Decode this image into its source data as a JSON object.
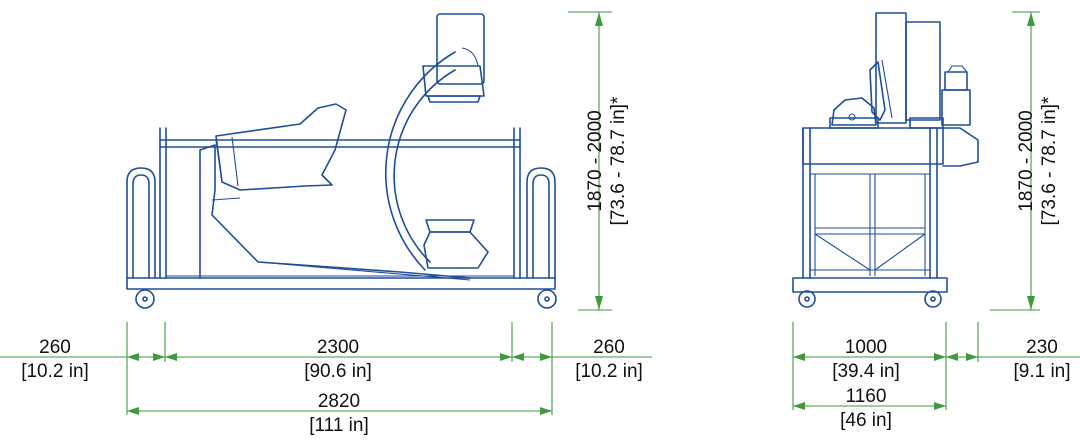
{
  "side_view": {
    "height": {
      "mm": "1870 - 2000",
      "inches": "[73.6 - 78.7 in]*"
    },
    "left_clearance": {
      "mm": "260",
      "inches": "[10.2 in]"
    },
    "base_length": {
      "mm": "2300",
      "inches": "[90.6 in]"
    },
    "right_clearance": {
      "mm": "260",
      "inches": "[10.2 in]"
    },
    "total_length": {
      "mm": "2820",
      "inches": "[111 in]"
    }
  },
  "front_view": {
    "height": {
      "mm": "1870 - 2000",
      "inches": "[73.6 - 78.7 in]*"
    },
    "base_width": {
      "mm": "1000",
      "inches": "[39.4 in]"
    },
    "side_clearance": {
      "mm": "230",
      "inches": "[9.1 in]"
    },
    "total_width": {
      "mm": "1160",
      "inches": "[46 in]"
    }
  },
  "colors": {
    "machine": "#1f4e9a",
    "dimension": "#3d9a3d",
    "text": "#111111"
  }
}
